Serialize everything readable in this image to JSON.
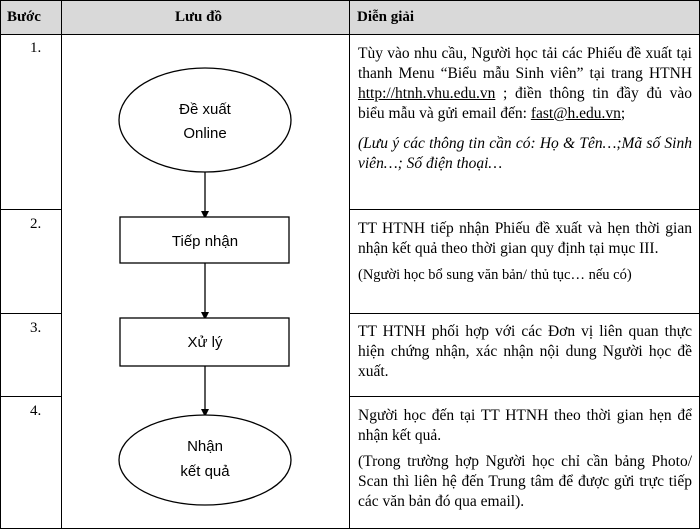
{
  "headers": {
    "step": "Bước",
    "flow": "Lưu đồ",
    "desc": "Diễn giải"
  },
  "rows": [
    {
      "step": "1.",
      "desc_parts": {
        "before": "Tùy vào nhu cầu, Người học tải các Phiếu đề xuất tại thanh Menu “Biểu mẫu Sinh viên” tại trang HTNH ",
        "link": "http://htnh.vhu.edu.vn",
        "middle": " ; điền thông tin đầy đủ vào biểu mẫu và gửi email đến: ",
        "email": "fast@h.edu.vn",
        "after": ";"
      },
      "note": "(Lưu ý các thông tin cần có: Họ & Tên…;Mã số Sinh viên…; Số điện thoại…"
    },
    {
      "step": "2.",
      "desc": "TT HTNH tiếp nhận Phiếu đề xuất và hẹn thời gian nhận kết quả theo thời gian quy định tại mục III.",
      "note": "(Người học bổ sung văn bản/ thủ tục… nếu có)"
    },
    {
      "step": "3.",
      "desc": "TT HTNH phối hợp với các Đơn vị liên quan thực hiện chứng nhận, xác nhận nội dung Người học đề xuất."
    },
    {
      "step": "4.",
      "desc": "Người học đến tại TT HTNH theo thời gian hẹn để nhận kết quả.",
      "note": "(Trong trường hợp Người học chỉ cần bảng Photo/ Scan thì liên hệ đến Trung tâm để được gửi trực tiếp các văn bản đó qua email)."
    }
  ],
  "flowchart": {
    "start_line1": "Đề xuất",
    "start_line2": "Online",
    "receive": "Tiếp nhận",
    "process": "Xử lý",
    "end_line1": "Nhận",
    "end_line2": "kết quả"
  }
}
